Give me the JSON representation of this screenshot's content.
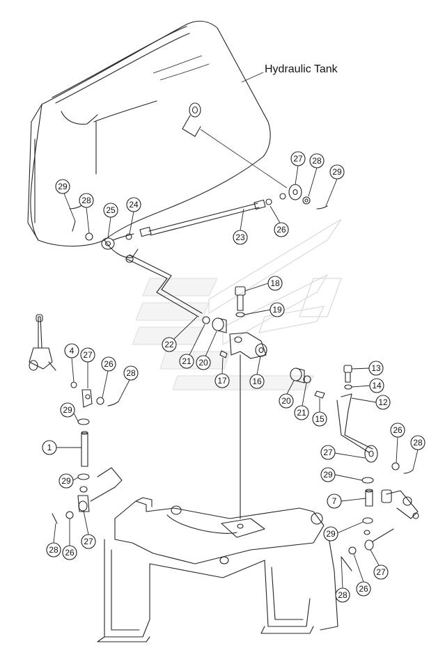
{
  "labels": {
    "hydraulic_tank": "Hydraulic Tank"
  },
  "callouts": [
    {
      "id": "c27a",
      "num": "27"
    },
    {
      "id": "c28a",
      "num": "28"
    },
    {
      "id": "c29a",
      "num": "29"
    },
    {
      "id": "c29b",
      "num": "29"
    },
    {
      "id": "c28b",
      "num": "28"
    },
    {
      "id": "c25",
      "num": "25"
    },
    {
      "id": "c24",
      "num": "24"
    },
    {
      "id": "c23",
      "num": "23"
    },
    {
      "id": "c26a",
      "num": "26"
    },
    {
      "id": "c18",
      "num": "18"
    },
    {
      "id": "c19",
      "num": "19"
    },
    {
      "id": "c22",
      "num": "22"
    },
    {
      "id": "c21a",
      "num": "21"
    },
    {
      "id": "c20a",
      "num": "20"
    },
    {
      "id": "c17",
      "num": "17"
    },
    {
      "id": "c16",
      "num": "16"
    },
    {
      "id": "c4",
      "num": "4"
    },
    {
      "id": "c27b",
      "num": "27"
    },
    {
      "id": "c26b",
      "num": "26"
    },
    {
      "id": "c28c",
      "num": "28"
    },
    {
      "id": "c13",
      "num": "13"
    },
    {
      "id": "c14",
      "num": "14"
    },
    {
      "id": "c12",
      "num": "12"
    },
    {
      "id": "c20b",
      "num": "20"
    },
    {
      "id": "c21b",
      "num": "21"
    },
    {
      "id": "c15",
      "num": "15"
    },
    {
      "id": "c29c",
      "num": "29"
    },
    {
      "id": "c1",
      "num": "1"
    },
    {
      "id": "c26c",
      "num": "26"
    },
    {
      "id": "c28d",
      "num": "28"
    },
    {
      "id": "c27c",
      "num": "27"
    },
    {
      "id": "c29d",
      "num": "29"
    },
    {
      "id": "c7",
      "num": "7"
    },
    {
      "id": "c29e",
      "num": "29"
    },
    {
      "id": "c27d",
      "num": "27"
    },
    {
      "id": "c29f",
      "num": "29"
    },
    {
      "id": "c28e",
      "num": "28"
    },
    {
      "id": "c26d",
      "num": "26"
    },
    {
      "id": "c28f",
      "num": "28"
    },
    {
      "id": "c26e",
      "num": "26"
    },
    {
      "id": "c27e",
      "num": "27"
    }
  ]
}
